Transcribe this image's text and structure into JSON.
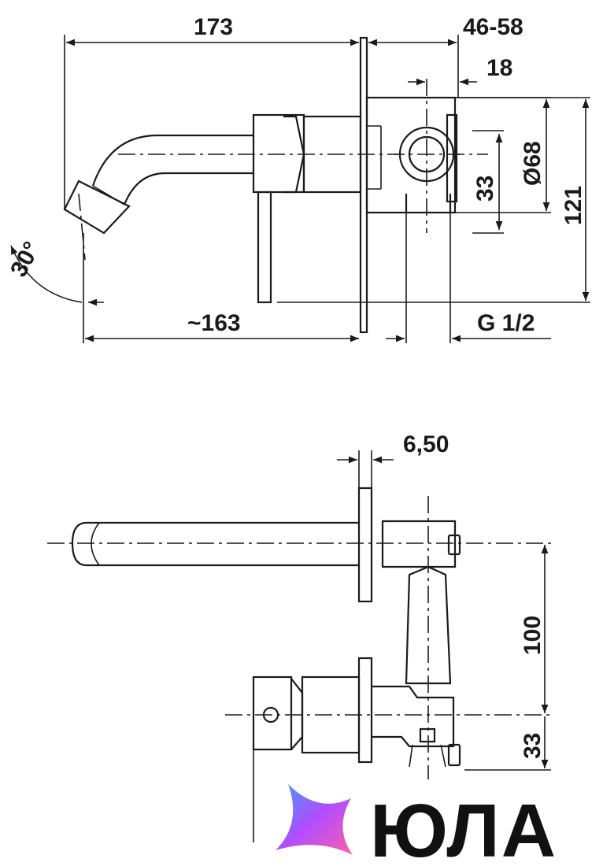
{
  "dimensions": {
    "top_width": "173",
    "wall_depth": "46-58",
    "pipe_offset": "18",
    "rosette_diameter": "Ø68",
    "valve_offset": "33",
    "overall_height": "121",
    "spout_angle": "30°",
    "spout_reach": "~163",
    "thread": "G 1/2",
    "plate_thickness": "6,50",
    "handle_spacing": "100",
    "bottom_offset": "33"
  },
  "logo": {
    "text": "ЮЛА",
    "gradient_start": "#3aa0ff",
    "gradient_mid": "#b14cff",
    "gradient_end": "#ff5fa8"
  }
}
